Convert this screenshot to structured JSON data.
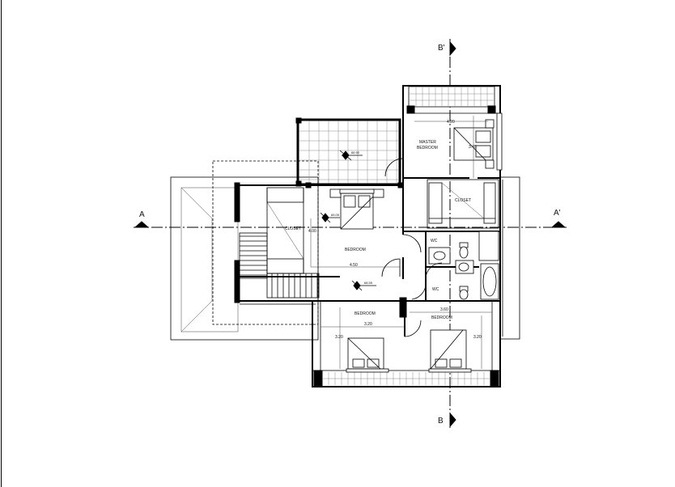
{
  "section_markers": {
    "a_left": "A",
    "a_right": "A'",
    "b_top": "B'",
    "b_bottom": "B"
  },
  "rooms": {
    "master_bedroom_line1": "MASTER",
    "master_bedroom_line2": "BEDROOM",
    "closet_right": "CLOSET",
    "closet_left": "CLOSET",
    "bedroom_center": "BEDROOM",
    "bedroom_bottom_left": "BEDROOM",
    "bedroom_bottom_right": "BEDROOM",
    "wc_upper": "WC",
    "wc_lower": "WC"
  },
  "dimensions": {
    "master_width": "4.20",
    "master_depth": "3.45",
    "closet_depth": "4.00",
    "bedroom_width": "4.50",
    "bedroom_left_width": "3.20",
    "bedroom_left_depth": "3.20",
    "bedroom_right_width": "3.60",
    "bedroom_right_depth": "3.20"
  },
  "levels": {
    "terrace": "66.90",
    "bedroom": "65.05",
    "hall": "68.55"
  }
}
